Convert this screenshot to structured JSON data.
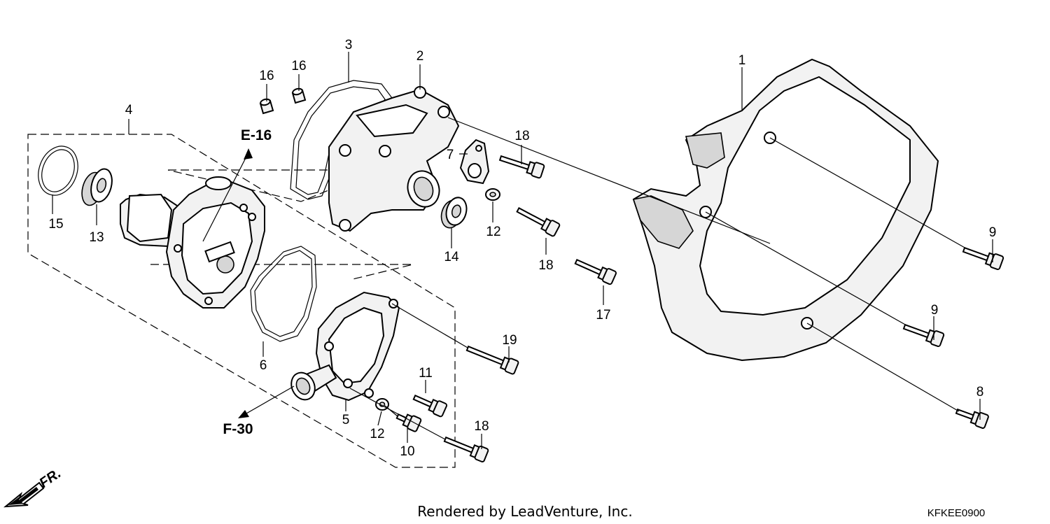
{
  "callouts": [
    "1",
    "2",
    "3",
    "4",
    "5",
    "6",
    "7",
    "8",
    "9",
    "9",
    "10",
    "11",
    "12",
    "12",
    "13",
    "14",
    "15",
    "16",
    "16",
    "17",
    "18",
    "18",
    "18",
    "19"
  ],
  "refs": {
    "e16": "E-16",
    "f30": "F-30"
  },
  "front_marker": "FR.",
  "footer": {
    "credit": "Rendered by LeadVenture, Inc.",
    "code": "KFKEE0900"
  },
  "icons": {
    "front_arrow": "front-direction-arrow-icon"
  }
}
